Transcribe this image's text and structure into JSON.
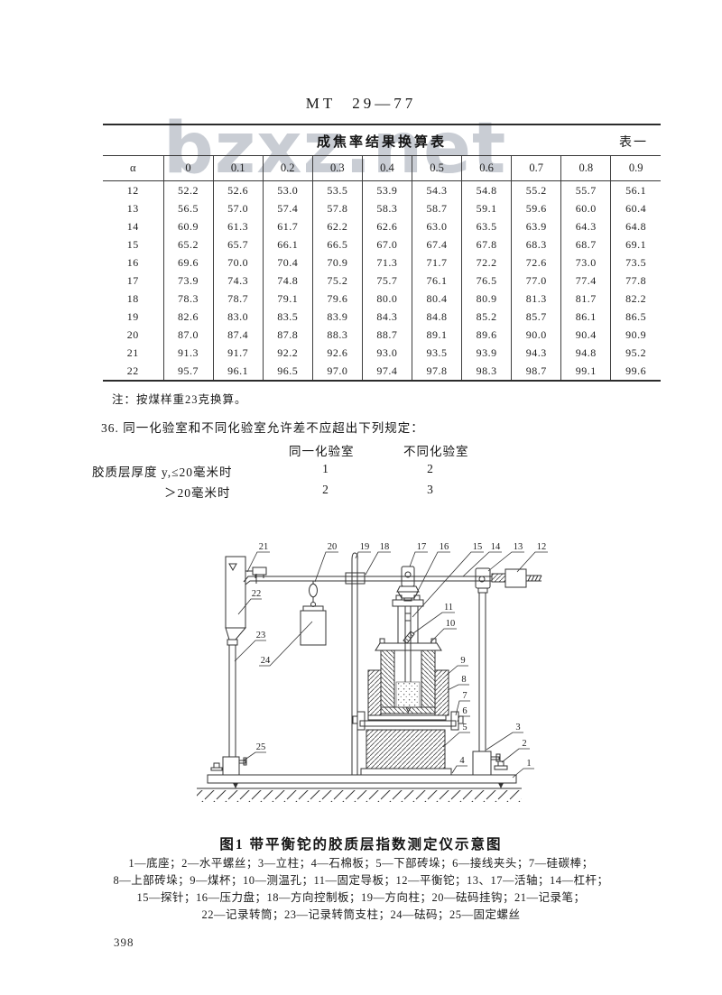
{
  "page": {
    "header": "MT 29—77",
    "watermark": "bzxz.net",
    "page_number": "398"
  },
  "table": {
    "title": "成焦率结果换算表",
    "tag": "表一",
    "columns": [
      "α",
      "0",
      "0.1",
      "0.2",
      "0.3",
      "0.4",
      "0.5",
      "0.6",
      "0.7",
      "0.8",
      "0.9"
    ],
    "rows": [
      [
        "12",
        "52.2",
        "52.6",
        "53.0",
        "53.5",
        "53.9",
        "54.3",
        "54.8",
        "55.2",
        "55.7",
        "56.1"
      ],
      [
        "13",
        "56.5",
        "57.0",
        "57.4",
        "57.8",
        "58.3",
        "58.7",
        "59.1",
        "59.6",
        "60.0",
        "60.4"
      ],
      [
        "14",
        "60.9",
        "61.3",
        "61.7",
        "62.2",
        "62.6",
        "63.0",
        "63.5",
        "63.9",
        "64.3",
        "64.8"
      ],
      [
        "15",
        "65.2",
        "65.7",
        "66.1",
        "66.5",
        "67.0",
        "67.4",
        "67.8",
        "68.3",
        "68.7",
        "69.1"
      ],
      [
        "16",
        "69.6",
        "70.0",
        "70.4",
        "70.9",
        "71.3",
        "71.7",
        "72.2",
        "72.6",
        "73.0",
        "73.5"
      ],
      [
        "17",
        "73.9",
        "74.3",
        "74.8",
        "75.2",
        "75.7",
        "76.1",
        "76.5",
        "77.0",
        "77.4",
        "77.8"
      ],
      [
        "18",
        "78.3",
        "78.7",
        "79.1",
        "79.6",
        "80.0",
        "80.4",
        "80.9",
        "81.3",
        "81.7",
        "82.2"
      ],
      [
        "19",
        "82.6",
        "83.0",
        "83.5",
        "83.9",
        "84.3",
        "84.8",
        "85.2",
        "85.7",
        "86.1",
        "86.5"
      ],
      [
        "20",
        "87.0",
        "87.4",
        "87.8",
        "88.3",
        "88.7",
        "89.1",
        "89.6",
        "90.0",
        "90.4",
        "90.9"
      ],
      [
        "21",
        "91.3",
        "91.7",
        "92.2",
        "92.6",
        "93.0",
        "93.5",
        "93.9",
        "94.3",
        "94.8",
        "95.2"
      ],
      [
        "22",
        "95.7",
        "96.1",
        "96.5",
        "97.0",
        "97.4",
        "97.8",
        "98.3",
        "98.7",
        "99.1",
        "99.6"
      ]
    ],
    "note": "注：按煤样重23克换算。"
  },
  "clause36": {
    "text": "36. 同一化验室和不同化验室允许差不应超出下列规定：",
    "col1_header": "同一化验室",
    "col2_header": "不同化验室",
    "row1_label": "胶质层厚度 y,≤20毫米时",
    "row1_col1": "1",
    "row1_col2": "2",
    "row2_label": "＞20毫米时",
    "row2_col1": "2",
    "row2_col2": "3"
  },
  "figure": {
    "caption": "图1 带平衡铊的胶质层指数测定仪示意图",
    "legend_lines": [
      "1—底座；2—水平螺丝；3—立柱；4—石棉板；5—下部砖垛；6—接线夹头；7—硅碳棒；",
      "8—上部砖垛；9—煤杯；10—测温孔；11—固定导板；12—平衡铊；13、17—活轴；14—杠杆；",
      "15—探针；16—压力盘；18—方向控制板；19—方向柱；20—砝码挂钩；21—记录笔；",
      "22—记录转筒；23—记录转筒支柱；24—砝码；25—固定螺丝"
    ],
    "callouts": {
      "c1": "1",
      "c2": "2",
      "c3": "3",
      "c4": "4",
      "c5": "5",
      "c6": "6",
      "c7": "7",
      "c8": "8",
      "c9": "9",
      "c10": "10",
      "c11": "11",
      "c12": "12",
      "c13": "13",
      "c14": "14",
      "c15": "15",
      "c16": "16",
      "c17": "17",
      "c18": "18",
      "c19": "19",
      "c20": "20",
      "c21": "21",
      "c22": "22",
      "c23": "23",
      "c24": "24",
      "c25": "25"
    }
  }
}
